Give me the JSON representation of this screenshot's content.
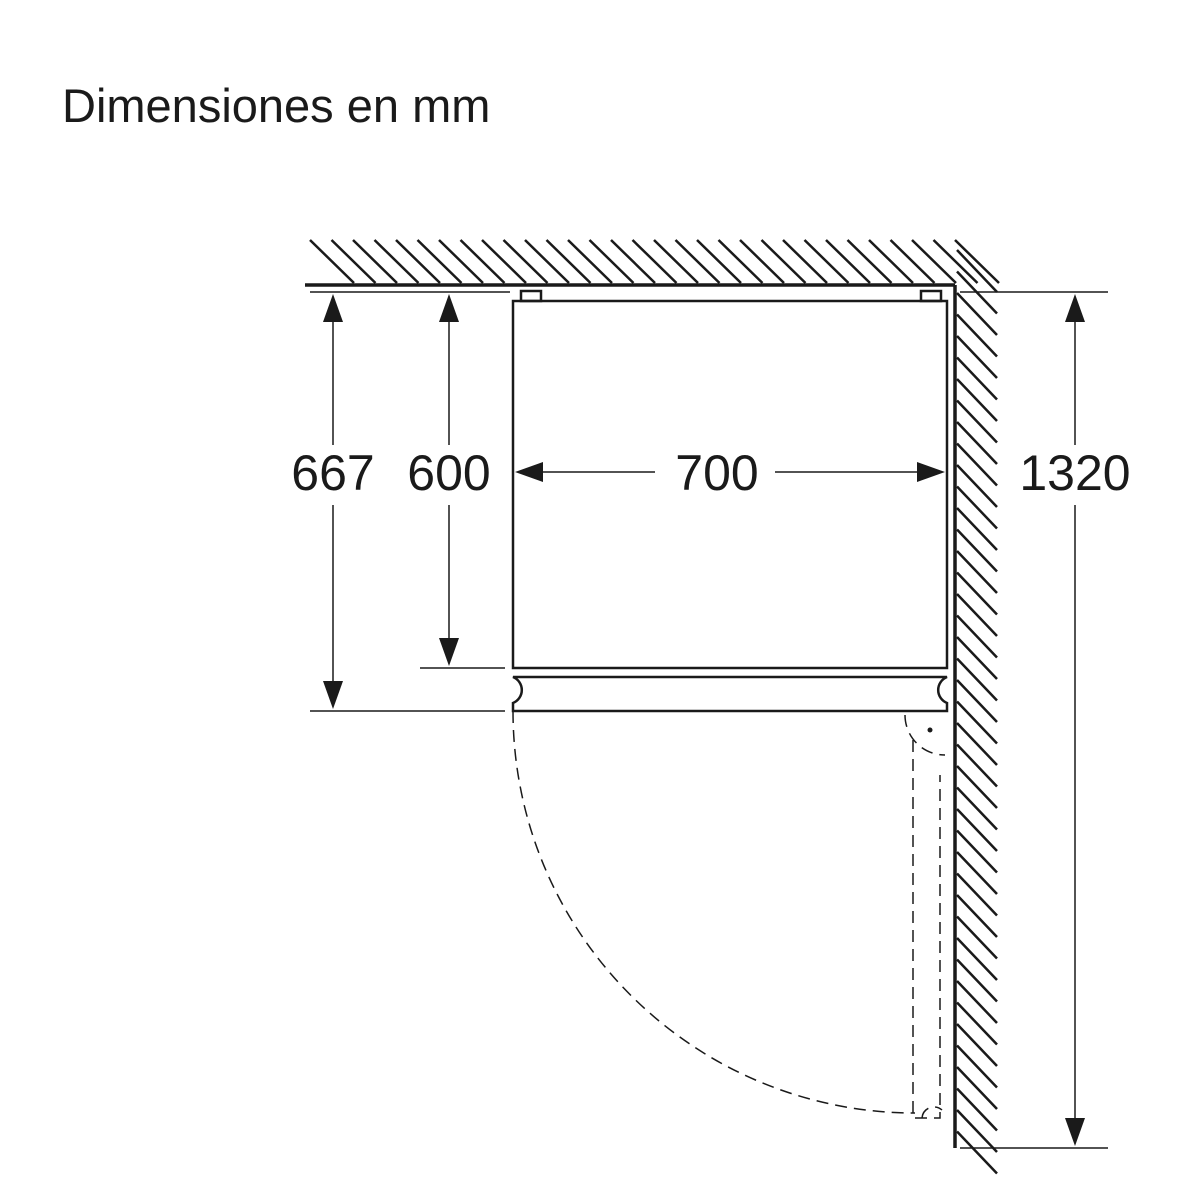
{
  "title": "Dimensiones en mm",
  "dimensions": {
    "depth_with_door": "667",
    "depth_body": "600",
    "width": "700",
    "door_clearance": "1320"
  },
  "colors": {
    "line": "#1a1a1a",
    "background": "#ffffff"
  }
}
